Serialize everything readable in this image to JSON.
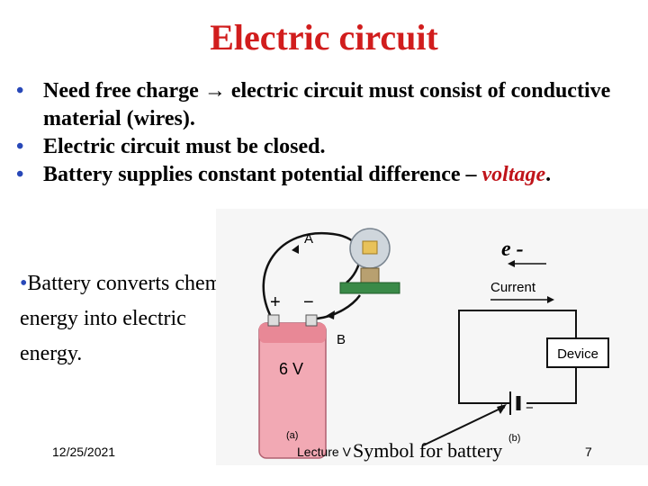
{
  "title": "Electric circuit",
  "bullets": [
    {
      "prefix": "Need free charge ",
      "suffix": " electric circuit must consist of conductive material (wires)."
    },
    {
      "text": "Electric circuit must be closed."
    },
    {
      "text": "Battery supplies constant potential difference – ",
      "highlight": "voltage",
      "end": "."
    }
  ],
  "sub_bullet": "Battery converts chemical energy into electric energy.",
  "electron_label": "e -",
  "figure": {
    "label_a": "A",
    "label_b": "B",
    "battery_voltage": "6 V",
    "plus": "+",
    "minus": "−",
    "caption_a": "(a)",
    "caption_b": "(b)",
    "current_label": "Current",
    "device_label": "Device"
  },
  "footer": {
    "date": "12/25/2021",
    "lecture": "Lecture V",
    "symbol_caption": "Symbol for battery",
    "page": "7"
  },
  "colors": {
    "title": "#d11d1d",
    "highlight": "#c0141a",
    "bullet": "#2848b8"
  }
}
